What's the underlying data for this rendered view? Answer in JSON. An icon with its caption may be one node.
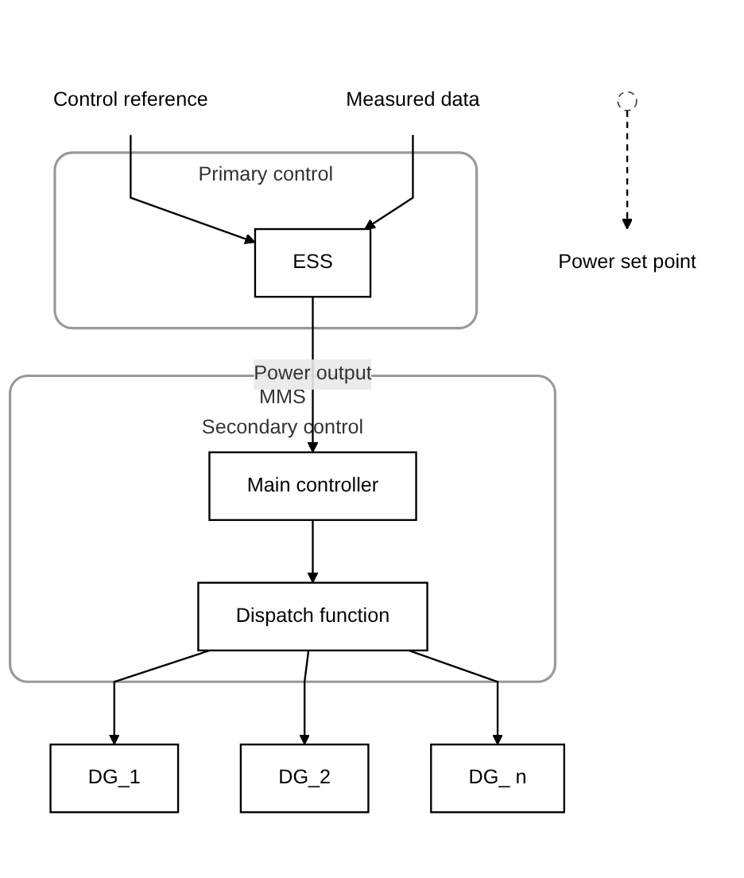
{
  "diagram": {
    "nodes": [
      {
        "text": [
          "Control reference"
        ]
      },
      {
        "text": [
          "Measured data"
        ]
      },
      {
        "text": [
          "Primary control"
        ]
      },
      {
        "text": [
          "ESS"
        ],
        "in": 2
      },
      {
        "text": [
          "MMS",
          "Secondary control"
        ]
      },
      {
        "text": [
          "Main controller"
        ],
        "in": 4
      },
      {
        "text": [
          "Dispatch function"
        ],
        "in": 4
      },
      {
        "text": [],
        "shape": "ellipse"
      },
      {
        "text": [
          "Power set point"
        ]
      },
      {
        "text": [
          "DG_1"
        ]
      },
      {
        "text": [
          "DG_2"
        ]
      },
      {
        "text": [
          "DG_ n"
        ]
      }
    ],
    "edges": [
      {
        "from": 0,
        "to": 3,
        "arrow": "to"
      },
      {
        "from": 1,
        "to": 3,
        "arrow": "to"
      },
      {
        "from": 3,
        "to": 5,
        "arrow": "to",
        "label": "Power output"
      },
      {
        "from": 5,
        "to": 6,
        "arrow": "to"
      },
      {
        "from": 6,
        "to": 9,
        "arrow": "to"
      },
      {
        "from": 6,
        "to": 10,
        "arrow": "to"
      },
      {
        "from": 6,
        "to": 11,
        "arrow": "to"
      },
      {
        "from": 7,
        "to": 8,
        "arrow": "to",
        "style": "dashed"
      }
    ]
  }
}
